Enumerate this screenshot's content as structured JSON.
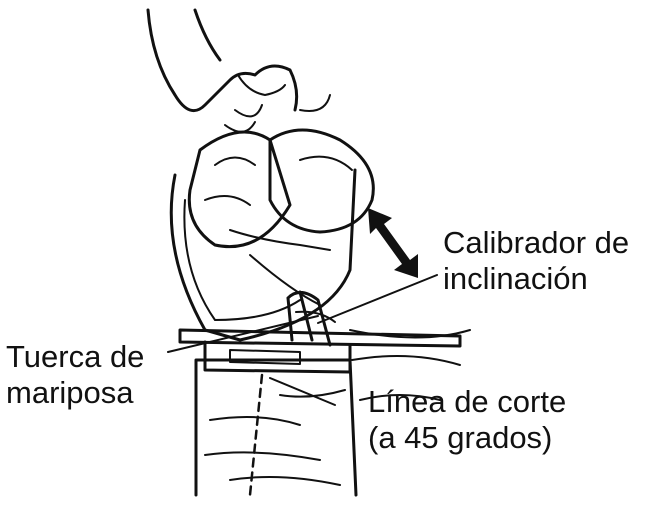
{
  "figure": {
    "colors": {
      "ink": "#111111",
      "background": "#ffffff"
    },
    "callouts": {
      "bevel_gauge": {
        "line1": "Calibrador de",
        "line2": "inclinación"
      },
      "wing_nut": {
        "line1": "Tuerca de",
        "line2": "mariposa"
      },
      "cut_line": {
        "line1": "Línea de corte",
        "line2": "(a 45 grados)"
      }
    },
    "icons": [
      "hand-icon",
      "circular-saw-icon",
      "tilt-arrow-icon",
      "workpiece-icon"
    ]
  }
}
